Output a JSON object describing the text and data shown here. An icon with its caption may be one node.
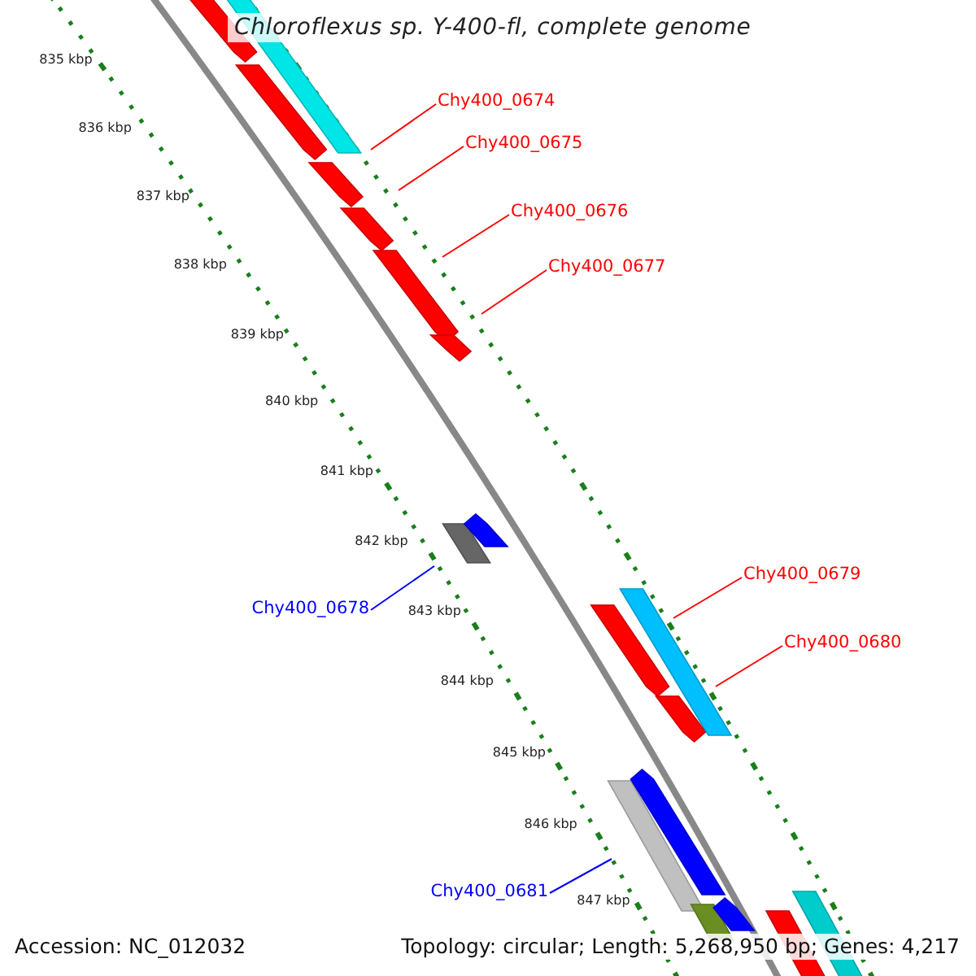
{
  "diagram": {
    "title": "Chloroflexus sp. Y-400-fl, complete genome",
    "nodes": [
      {
        "text": [
          "Chy400_0674"
        ]
      },
      {
        "text": [
          "Chy400_0675"
        ]
      },
      {
        "text": [
          "Chy400_0676"
        ]
      },
      {
        "text": [
          "Chy400_0677"
        ]
      },
      {
        "text": [
          "Chy400_0678"
        ]
      },
      {
        "text": [
          "Chy400_0679"
        ]
      },
      {
        "text": [
          "Chy400_0680"
        ]
      },
      {
        "text": [
          "Chy400_0681"
        ]
      }
    ],
    "edges": [
      {
        "from": 0,
        "to": null,
        "arrow": "none"
      },
      {
        "from": 1,
        "to": null,
        "arrow": "none"
      },
      {
        "from": 2,
        "to": null,
        "arrow": "none"
      },
      {
        "from": 3,
        "to": null,
        "arrow": "none"
      },
      {
        "from": 4,
        "to": null,
        "arrow": "none",
        "color": "#0000ff"
      },
      {
        "from": 5,
        "to": null,
        "arrow": "none"
      },
      {
        "from": 6,
        "to": null,
        "arrow": "none"
      },
      {
        "from": 7,
        "to": null,
        "arrow": "none",
        "color": "#0000ff"
      }
    ],
    "labels": [
      "835 kbp",
      "836 kbp",
      "837 kbp",
      "838 kbp",
      "839 kbp",
      "840 kbp",
      "841 kbp",
      "842 kbp",
      "843 kbp",
      "844 kbp",
      "845 kbp",
      "846 kbp",
      "847 kbp",
      "Accession: NC_012032",
      "Topology: circular; Length: 5,268,950 bp; Genes: 4,217"
    ]
  }
}
